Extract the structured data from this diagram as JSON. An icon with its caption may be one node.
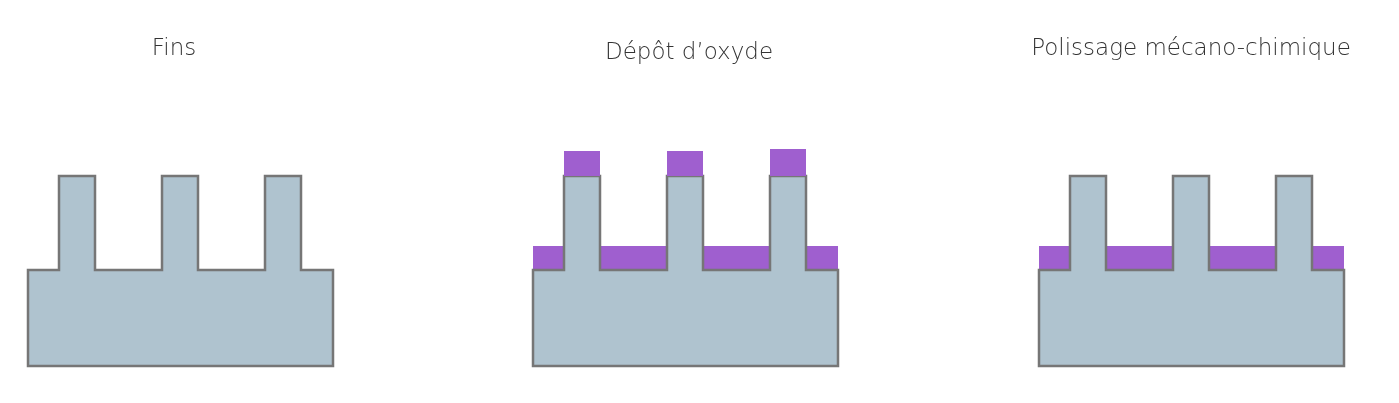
{
  "diagram": {
    "labels": [
      "Fins",
      "Dépôt d’oxyde",
      "Polissage mécano-chimique"
    ]
  }
}
